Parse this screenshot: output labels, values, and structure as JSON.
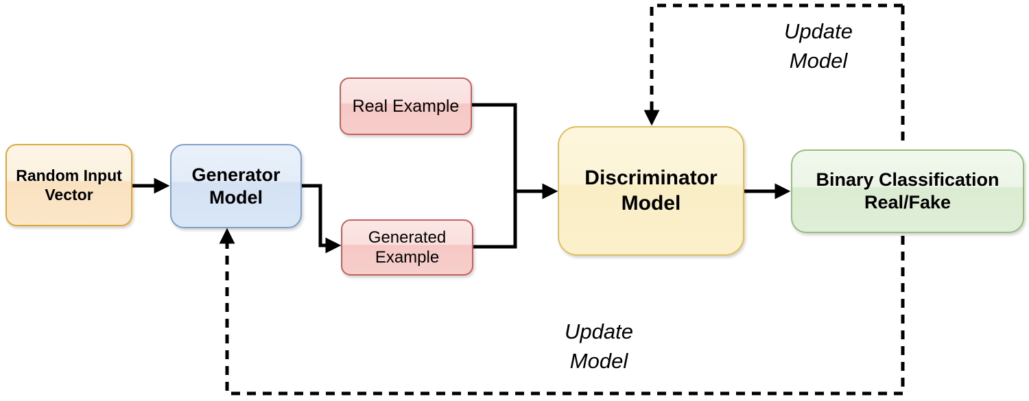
{
  "diagram": {
    "nodes": {
      "random_input": {
        "label": "Random Input Vector",
        "fill": "#fbe6c9",
        "border": "#dda839"
      },
      "generator": {
        "label": "Generator Model",
        "fill": "#d9e6f6",
        "border": "#7e9fc9"
      },
      "real_example": {
        "label": "Real Example",
        "fill": "#f6cecb",
        "border": "#c2605c"
      },
      "generated_example": {
        "label": "Generated Example",
        "fill": "#f6cecb",
        "border": "#c2605c"
      },
      "discriminator": {
        "label": "Discriminator Model",
        "fill": "#fbf0ca",
        "border": "#ddbf5f"
      },
      "binary_classification": {
        "label": "Binary Classification Real/Fake",
        "fill": "#e0efd8",
        "border": "#94bd7e"
      }
    },
    "annotations": {
      "update_model_top": "Update Model",
      "update_model_bottom": "Update Model"
    },
    "edges": {
      "color": "#000000",
      "solid_style": "data flow",
      "dashed_style": "update feedback"
    }
  }
}
